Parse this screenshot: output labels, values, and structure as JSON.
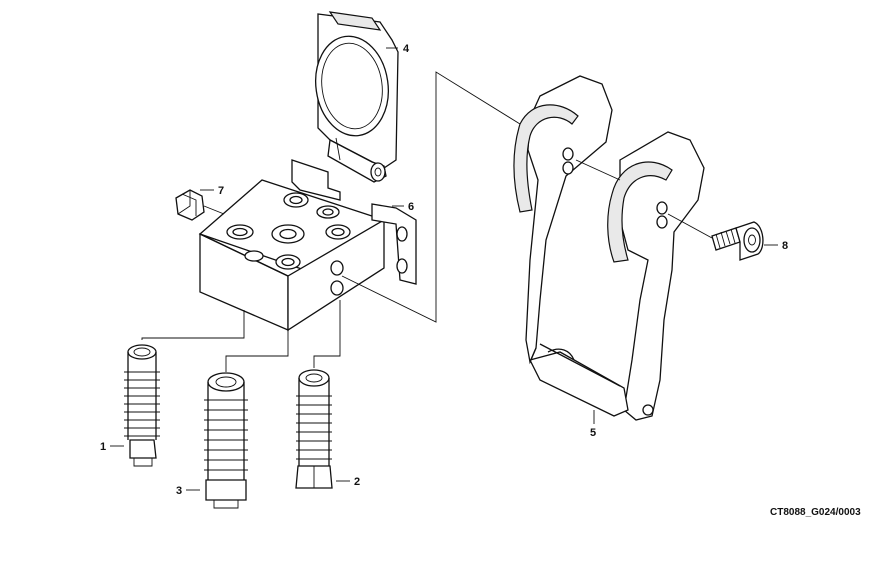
{
  "figure": {
    "reference_code": "CT8088_G024/0003",
    "callouts": [
      {
        "id": "callout-1",
        "label": "1"
      },
      {
        "id": "callout-2",
        "label": "2"
      },
      {
        "id": "callout-3",
        "label": "3"
      },
      {
        "id": "callout-4",
        "label": "4"
      },
      {
        "id": "callout-5",
        "label": "5"
      },
      {
        "id": "callout-6",
        "label": "6"
      },
      {
        "id": "callout-7",
        "label": "7"
      },
      {
        "id": "callout-8",
        "label": "8"
      }
    ]
  }
}
